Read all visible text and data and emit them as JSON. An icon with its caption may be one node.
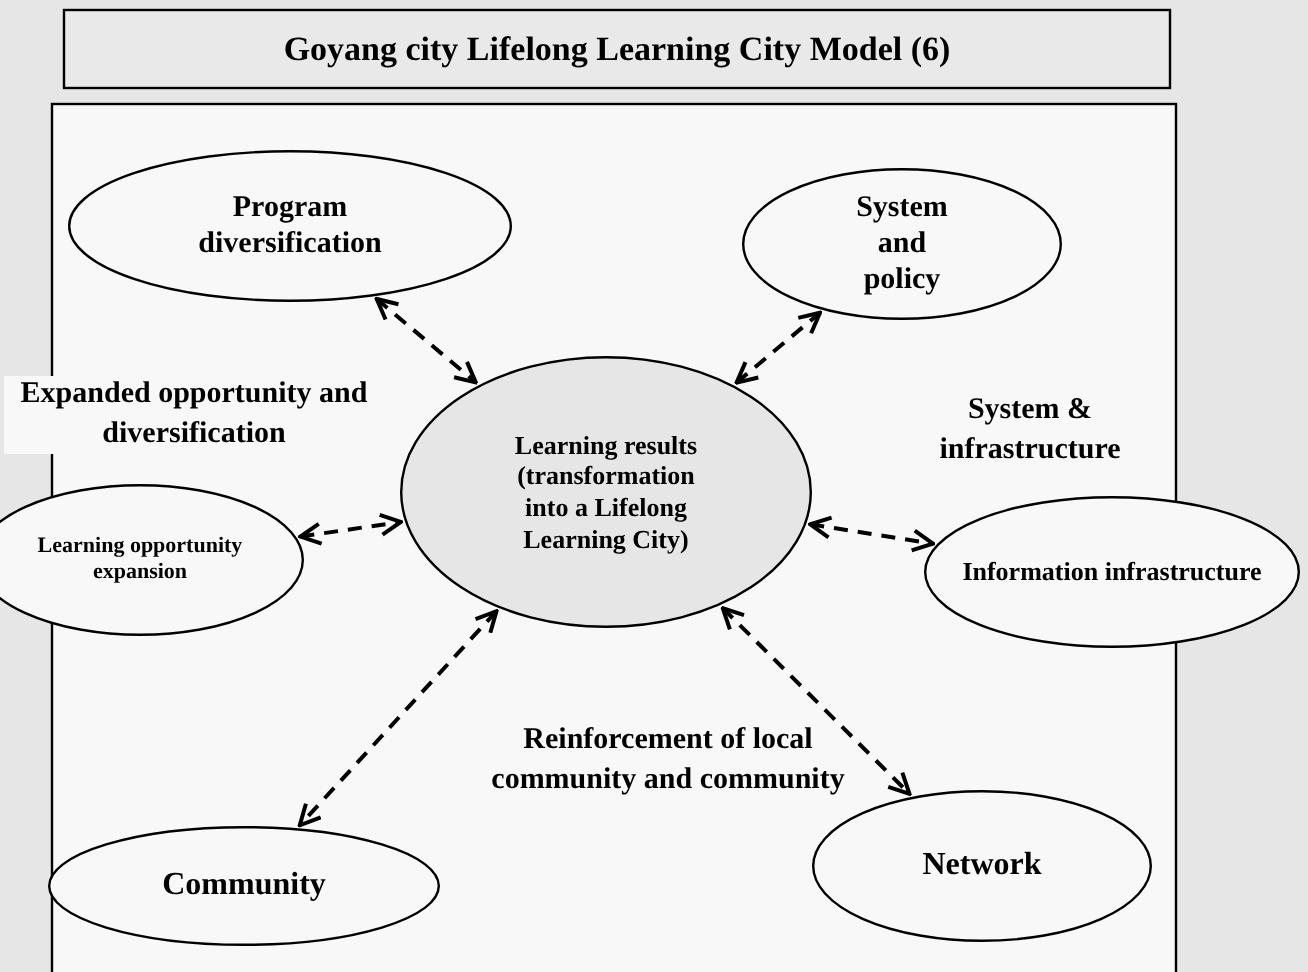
{
  "diagram": {
    "title": "Goyang city Lifelong Learning City Model (6)",
    "nodes": [
      {
        "text": [
          "Program diversification"
        ]
      },
      {
        "text": [
          "System and policy"
        ]
      },
      {
        "text": [
          "Learning results (transformation into a Lifelong Learning City)"
        ]
      },
      {
        "text": [
          "Learning opportunity expansion"
        ]
      },
      {
        "text": [
          "Information infrastructure"
        ]
      },
      {
        "text": [
          "Community"
        ]
      },
      {
        "text": [
          "Network"
        ]
      }
    ],
    "edges": [
      {
        "from": 0,
        "to": 2,
        "arrow": "both",
        "style": "dashed"
      },
      {
        "from": 2,
        "to": 1,
        "arrow": "both",
        "style": "dashed"
      },
      {
        "from": 3,
        "to": 2,
        "arrow": "both",
        "style": "dashed"
      },
      {
        "from": 2,
        "to": 4,
        "arrow": "both",
        "style": "dashed"
      },
      {
        "from": 2,
        "to": 5,
        "arrow": "both",
        "style": "dashed"
      },
      {
        "from": 2,
        "to": 6,
        "arrow": "both",
        "style": "dashed"
      }
    ],
    "labels": [
      "Expanded opportunity and diversification",
      "System & infrastructure",
      "Reinforcement of local community and community"
    ]
  }
}
